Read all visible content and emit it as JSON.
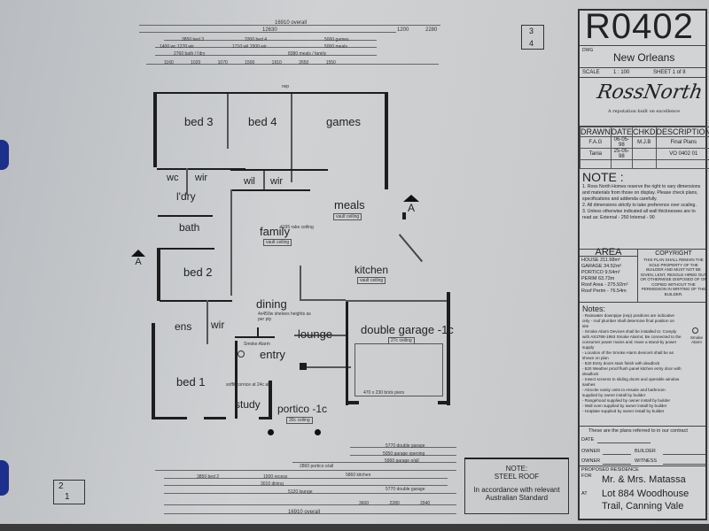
{
  "title_block": {
    "drawing_number": "R0402",
    "dwg_label": "DWG",
    "dwg_name": "New Orleans",
    "scale_label": "SCALE",
    "scale_value": "1 : 100",
    "sheet": "SHEET 1 of 8",
    "logo_text": "RossNorth",
    "tagline": "A reputation built on excellence",
    "revision_headers": [
      "DRAWN",
      "DATE",
      "CHKD",
      "DESCRIPTION"
    ],
    "revisions": [
      [
        "F.A.G",
        "06-05-98",
        "M.J.B",
        "Final Plans"
      ],
      [
        "Tania",
        "25-05-98",
        "",
        "VO 0402 01"
      ]
    ],
    "note_title": "NOTE :",
    "notes": [
      "1. Ross North Homes reserve the right to vary dimensions and materials from those on display. Please check plans, specifications and addenda carefully.",
      "2. All dimensions strictly to take preference over scaling.",
      "3. Unless otherwise indicated all wall thicknesses are to read as: External - 250   Internal - 90"
    ],
    "area_title": "AREA",
    "area": [
      "HOUSE  211.98m²",
      "GARAGE  34.52m²",
      "PORTICO  9.54m²",
      "PERIM  63.73m",
      "Roof Area - 275.92m²",
      "Roof Perim - 76.54m"
    ],
    "copyright_title": "COPYRIGHT",
    "copyright_text": "THIS PLAN SHALL REMAIN THE SOLE PROPERTY OF THE BUILDER AND MUST NOT BE GIVEN, LENT, RESOLD HIRED OUT OR OTHERWISE DISPOSED OF OR COPIED WITHOUT THE PERMISSION IN WRITING OF THE BUILDER.",
    "notes2_title": "Notes:",
    "notes2": [
      "- Rainwater downpipe (rwp) positions are indicative only - roof plumber shall determine final position on site",
      "- Smoke Alarm Devices shall be installed to: Comply with AS3786-1993 Smoke Alarms; Be connected to the consumer power mains and; Have a stand-by power supply",
      "- Location of the Smoke Alarm device/s shall be as shown on plan",
      "- 820 Entry doors stain finish with deadlock",
      "- 820 Weather proof flush panel kitchen entry door with deadlock",
      "- Insect screens to sliding doors and operable window sashes",
      "- Alcocite vanity units to ensuite and bathroom supplied by owner install by builder",
      "- Rangehood supplied by owner install by builder",
      "- Wall oven supplied by owner install by builder",
      "- Hotplate supplied by owner install by builder"
    ],
    "smoke_alarm_legend": "Smoke Alarm",
    "contract_text": "These are the plans referred to in our contract",
    "date_label": "DATE",
    "owner_label": "OWNER",
    "builder_label": "BUILDER",
    "witness_label": "WITNESS",
    "proposed_label": "PROPOSED RESIDENCE",
    "for_label": "FOR",
    "client": "Mr. & Mrs. Matassa",
    "at_label": "AT",
    "address_line1": "Lot 884 Woodhouse",
    "address_line2": "Trail, Canning Vale"
  },
  "plan": {
    "sheet_marker_top": [
      "3",
      "4"
    ],
    "sheet_marker_bottom": [
      "2",
      "1"
    ],
    "section_marker": "A",
    "rooms": {
      "bed3": "bed 3",
      "bed4": "bed 4",
      "games": "games",
      "wc": "wc",
      "wir1": "wir",
      "wil": "wil",
      "wir2": "wir",
      "laundry": "l'dry",
      "bath": "bath",
      "family": "family",
      "meals": "meals",
      "kitchen": "kitchen",
      "bed2": "bed 2",
      "dining": "dining",
      "lounge": "lounge",
      "garage": "double garage -1c",
      "ens": "ens",
      "wir3": "wir",
      "entry": "entry",
      "bed1": "bed 1",
      "study": "study",
      "portico": "portico -1c"
    },
    "annotations": {
      "vault1": "vault ceiling",
      "vault2": "vault ceiling",
      "vault3": "vault ceiling",
      "garage_ceiling": "27c ceiling",
      "portico_ceiling": "30c ceiling",
      "rwp": "rwp",
      "smoke": "Smoke Alarm",
      "shelves": "4x450w shelves heights as per pty",
      "rake": "4195 rake ceiling",
      "brick_piers": "470 x 230 brick piers",
      "soffit": "soffit cornice at 24c all"
    },
    "dims_top": {
      "overall": "16910 overall",
      "d12630": "12630",
      "d1200": "1200",
      "d2280": "2280",
      "bed3": "3850 bed 3",
      "bed4": "3300 bed 4",
      "games": "5000 games",
      "meals": "5000 meals",
      "wcwir": "1400 wc   1270 wir",
      "wilwir": "1710 wil   1500 wir",
      "bath": "2760 bath / l'dry",
      "meals_family": "8380 meals / family",
      "row": "1160   1020   1070   1500   1910   2650   1550"
    },
    "dims_bottom": {
      "overall": "16910 overall",
      "garage1": "5770 double garage",
      "garage_opening": "5050 garage opening",
      "garage_wall": "5960 garage o/all",
      "portico": "2860 portico o/all",
      "bed2": "3850 bed 2",
      "recess": "1500 recess",
      "dining": "3010 dining",
      "kitchen": "5860 kitchen",
      "lounge": "5120 lounge",
      "garage2": "5770 double garage",
      "row": "3600   2280   2940"
    },
    "roof_note_title": "NOTE:",
    "roof_note": "STEEL ROOF",
    "roof_note_standard": "In accordance with relevant Australian Standard"
  }
}
